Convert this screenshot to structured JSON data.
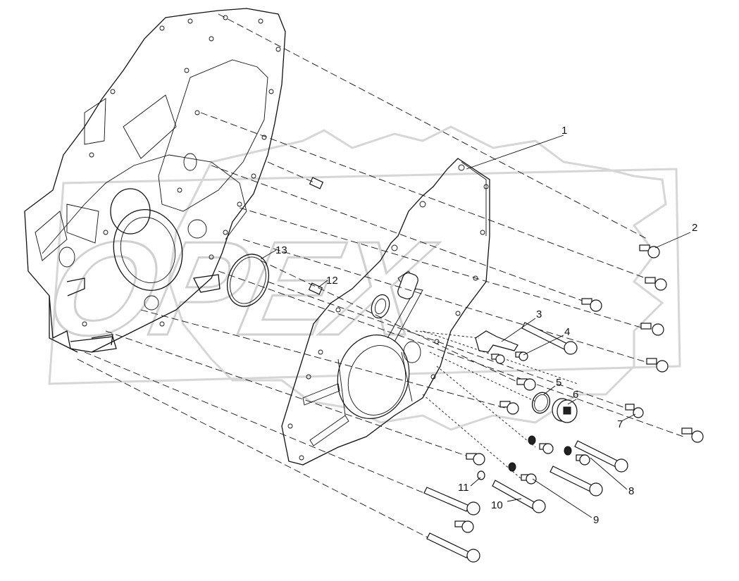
{
  "watermark": "OPEX",
  "callouts": [
    {
      "id": "1",
      "label": "1"
    },
    {
      "id": "2",
      "label": "2"
    },
    {
      "id": "3",
      "label": "3"
    },
    {
      "id": "4",
      "label": "4"
    },
    {
      "id": "5",
      "label": "5"
    },
    {
      "id": "6",
      "label": "6"
    },
    {
      "id": "7",
      "label": "7"
    },
    {
      "id": "8",
      "label": "8"
    },
    {
      "id": "9",
      "label": "9"
    },
    {
      "id": "10",
      "label": "10"
    },
    {
      "id": "11",
      "label": "11"
    },
    {
      "id": "12",
      "label": "12"
    },
    {
      "id": "13",
      "label": "13"
    }
  ]
}
